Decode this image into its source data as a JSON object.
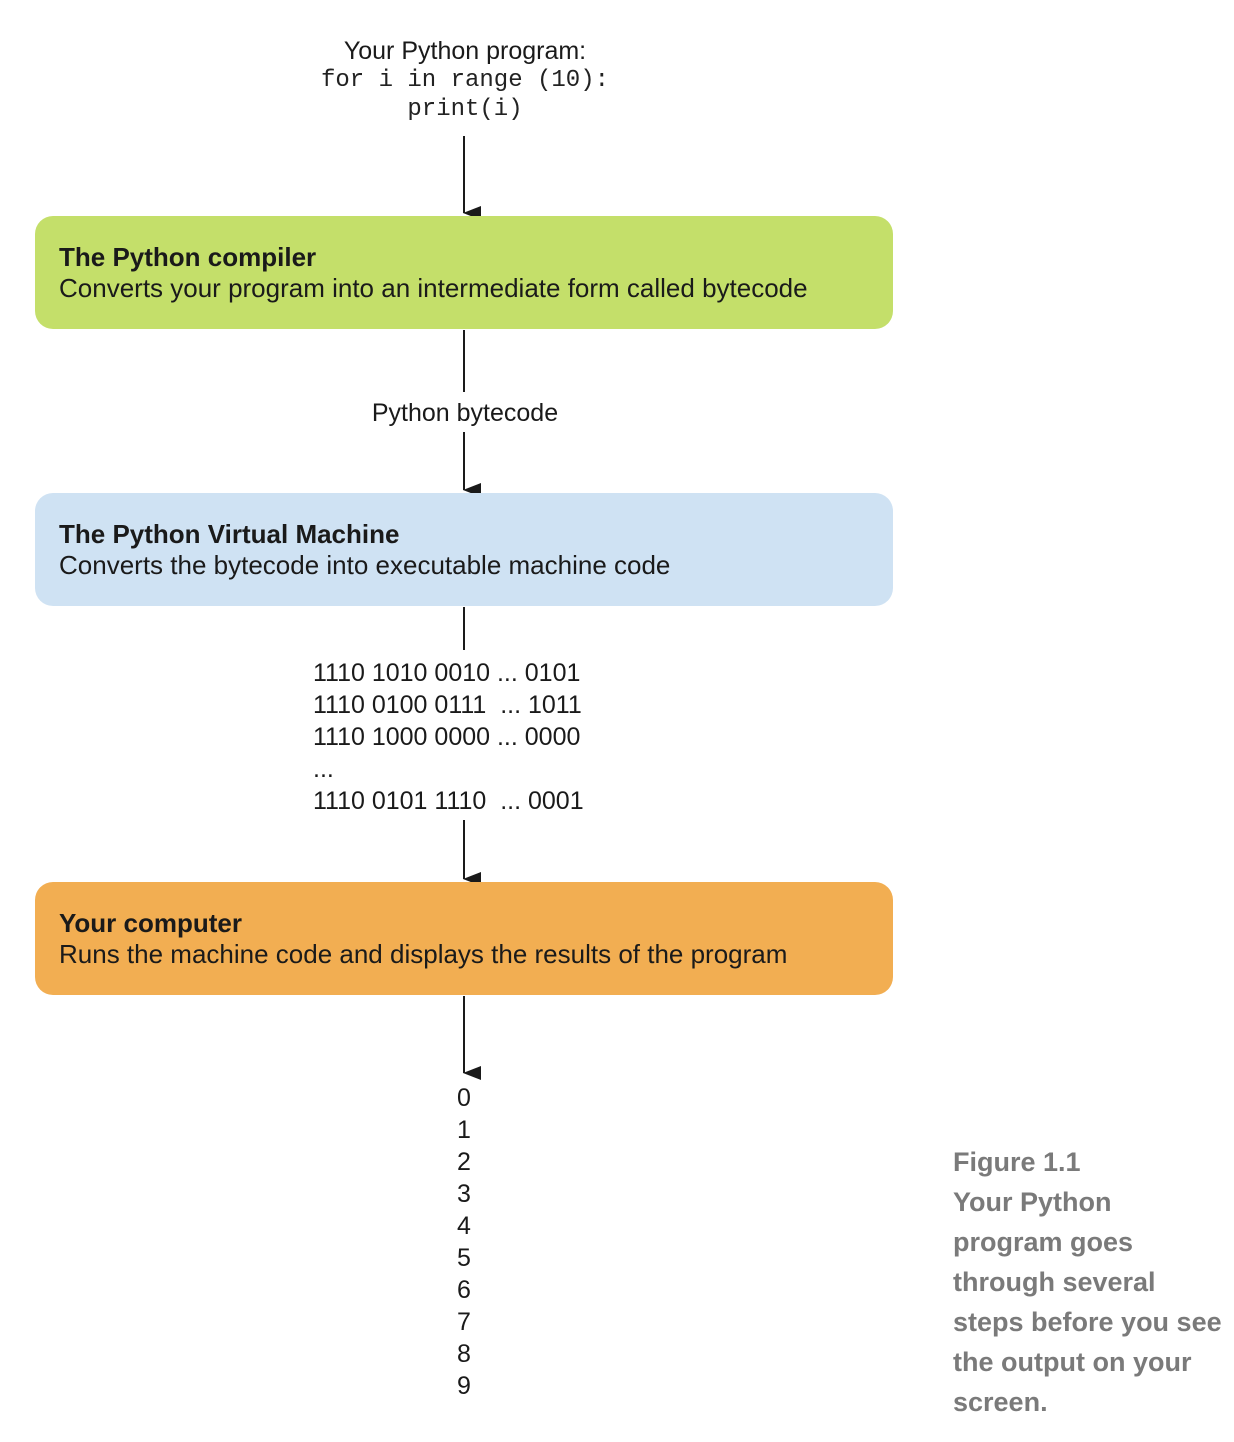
{
  "program": {
    "label": "Your Python program:",
    "code_lines": [
      "for i in range (10):",
      "print(i)"
    ]
  },
  "boxes": [
    {
      "title": "The Python compiler",
      "description": "Converts your program into an intermediate form called bytecode",
      "color": "#c4df6a"
    },
    {
      "title": "The Python Virtual Machine",
      "description": "Converts the bytecode into executable machine code",
      "color": "#cfe2f3"
    },
    {
      "title": "Your computer",
      "description": "Runs the machine code and displays the results of the program",
      "color": "#f2ae52"
    }
  ],
  "edge_labels": {
    "bytecode": "Python bytecode"
  },
  "machine_code_lines": [
    "1110 1010 0010 ... 0101",
    "1110 0100 0111  ... 1011",
    "1110 1000 0000 ... 0000",
    "...",
    "1110 0101 1110  ... 0001"
  ],
  "output_lines": [
    "0",
    "1",
    "2",
    "3",
    "4",
    "5",
    "6",
    "7",
    "8",
    "9"
  ],
  "caption": {
    "number": "Figure 1.1",
    "text": "Your Python program goes through several steps before you see the output on your screen."
  }
}
